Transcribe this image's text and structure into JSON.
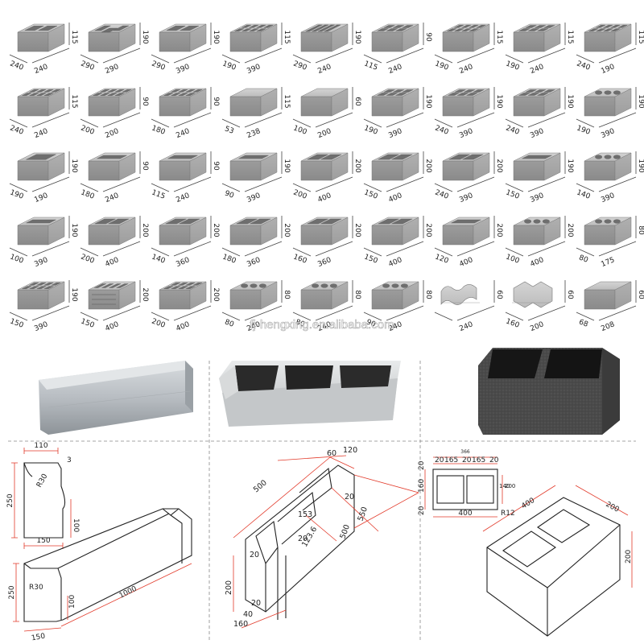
{
  "watermark": "fj-hengxing.en.alibaba.com",
  "catalog": [
    {
      "a": "240",
      "b": "240",
      "h": "115",
      "t": "a"
    },
    {
      "a": "290",
      "b": "290",
      "h": "190",
      "t": "f"
    },
    {
      "a": "290",
      "b": "390",
      "h": "190",
      "t": "a"
    },
    {
      "a": "190",
      "b": "390",
      "h": "115",
      "t": "c"
    },
    {
      "a": "290",
      "b": "240",
      "h": "190",
      "t": "g"
    },
    {
      "a": "115",
      "b": "240",
      "h": "90",
      "t": "b"
    },
    {
      "a": "190",
      "b": "240",
      "h": "115",
      "t": "c"
    },
    {
      "a": "190",
      "b": "240",
      "h": "115",
      "t": "b"
    },
    {
      "a": "240",
      "b": "190",
      "h": "115",
      "t": "c"
    },
    {
      "a": "240",
      "b": "240",
      "h": "115",
      "t": "c"
    },
    {
      "a": "200",
      "b": "200",
      "h": "90",
      "t": "c"
    },
    {
      "a": "180",
      "b": "240",
      "h": "90",
      "t": "c"
    },
    {
      "a": "53",
      "b": "238",
      "h": "115",
      "t": "s"
    },
    {
      "a": "100",
      "b": "200",
      "h": "60",
      "t": "s"
    },
    {
      "a": "190",
      "b": "390",
      "h": "190",
      "t": "b"
    },
    {
      "a": "240",
      "b": "390",
      "h": "190",
      "t": "b"
    },
    {
      "a": "240",
      "b": "390",
      "h": "190",
      "t": "b"
    },
    {
      "a": "190",
      "b": "390",
      "h": "190",
      "t": "r"
    },
    {
      "a": "190",
      "b": "190",
      "h": "190",
      "t": "o"
    },
    {
      "a": "180",
      "b": "240",
      "h": "90",
      "t": "e"
    },
    {
      "a": "115",
      "b": "240",
      "h": "90",
      "t": "e"
    },
    {
      "a": "90",
      "b": "390",
      "h": "190",
      "t": "e"
    },
    {
      "a": "200",
      "b": "400",
      "h": "200",
      "t": "d"
    },
    {
      "a": "150",
      "b": "400",
      "h": "200",
      "t": "d"
    },
    {
      "a": "240",
      "b": "390",
      "h": "200",
      "t": "d"
    },
    {
      "a": "150",
      "b": "390",
      "h": "190",
      "t": "e"
    },
    {
      "a": "140",
      "b": "390",
      "h": "190",
      "t": "r"
    },
    {
      "a": "100",
      "b": "390",
      "h": "190",
      "t": "e"
    },
    {
      "a": "200",
      "b": "400",
      "h": "200",
      "t": "d"
    },
    {
      "a": "140",
      "b": "360",
      "h": "200",
      "t": "d"
    },
    {
      "a": "180",
      "b": "360",
      "h": "200",
      "t": "d"
    },
    {
      "a": "160",
      "b": "360",
      "h": "200",
      "t": "d"
    },
    {
      "a": "150",
      "b": "400",
      "h": "200",
      "t": "d"
    },
    {
      "a": "120",
      "b": "400",
      "h": "200",
      "t": "e"
    },
    {
      "a": "100",
      "b": "400",
      "h": "200",
      "t": "r"
    },
    {
      "a": "80",
      "b": "175",
      "h": "80",
      "t": "r"
    },
    {
      "a": "150",
      "b": "390",
      "h": "190",
      "t": "c"
    },
    {
      "a": "150",
      "b": "400",
      "h": "200",
      "t": "v"
    },
    {
      "a": "200",
      "b": "400",
      "h": "200",
      "t": "c"
    },
    {
      "a": "80",
      "b": "240",
      "h": "80",
      "t": "r"
    },
    {
      "a": "80",
      "b": "240",
      "h": "80",
      "t": "r"
    },
    {
      "a": "90",
      "b": "240",
      "h": "80",
      "t": "r"
    },
    {
      "a": "",
      "b": "240",
      "h": "60",
      "t": "pz"
    },
    {
      "a": "160",
      "b": "200",
      "h": "60",
      "t": "pi"
    },
    {
      "a": "68",
      "b": "208",
      "h": "60",
      "t": "s"
    }
  ],
  "drawings": {
    "curb": {
      "top_width": "110",
      "chamfer": "3",
      "height": "250",
      "radius": "R30",
      "lip": "100",
      "base": "150",
      "length": "1000",
      "end_height": "250",
      "end_lip": "100",
      "end_base": "150",
      "end_radius": "R30"
    },
    "hollow3": {
      "top_a": "60",
      "top_b": "120",
      "length_a": "500",
      "web": "20",
      "length_b": "550",
      "inner": "153",
      "inner_b": "123.6",
      "length_c": "500",
      "wall_a": "20",
      "wall_b": "20",
      "height": "200",
      "bottom_a": "20",
      "bottom_b": "40",
      "width": "160"
    },
    "hollow2": {
      "top_total": "366",
      "w_a": "20",
      "cell_a": "165",
      "w_b": "20",
      "cell_b": "165",
      "w_c": "20",
      "side_a": "20",
      "side_b": "160",
      "side_c": "20",
      "r_a": "140",
      "r_b": "200",
      "length": "400",
      "radius": "R12",
      "iso_length": "400",
      "iso_width": "200",
      "iso_height": "200"
    }
  }
}
